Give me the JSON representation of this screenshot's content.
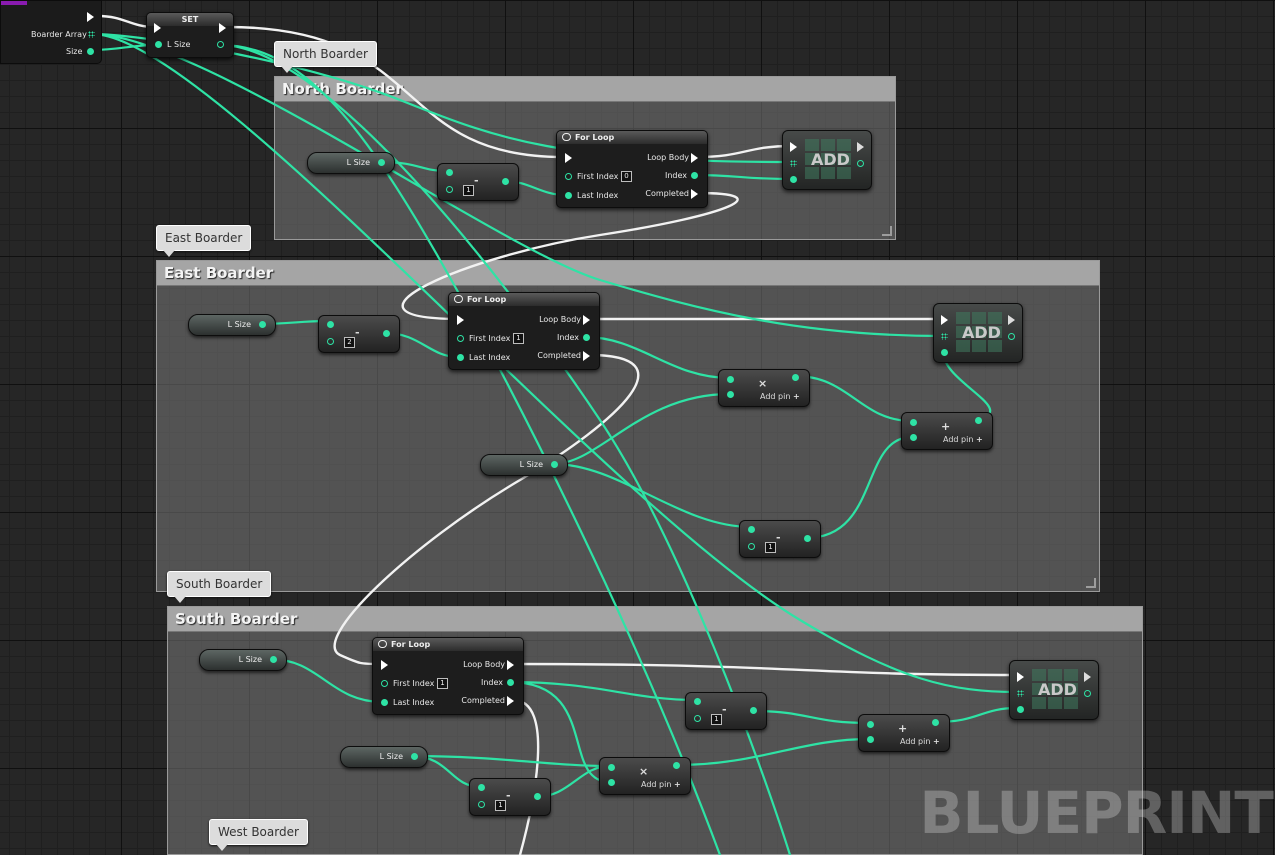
{
  "watermark": "BLUEPRINT",
  "colors": {
    "pin_green": "#2ee3a5",
    "exec_white": "#ffffff",
    "comment_bg": "#7a7a7a",
    "event_purple": "#8a1bb0"
  },
  "top_node": {
    "pins": [
      "Boarder Array",
      "Size"
    ]
  },
  "set_node": {
    "title": "SET",
    "var_label": "L Size"
  },
  "sections": [
    {
      "id": "north",
      "bubble": "North Boarder",
      "title": "North Boarder"
    },
    {
      "id": "east",
      "bubble": "East Boarder",
      "title": "East Boarder"
    },
    {
      "id": "south",
      "bubble": "South Boarder",
      "title": "South Boarder"
    },
    {
      "id": "west",
      "bubble": "West Boarder"
    }
  ],
  "for_loop": {
    "title": "For Loop",
    "first_index": "First Index",
    "last_index": "Last Index",
    "loop_body": "Loop Body",
    "index": "Index",
    "completed": "Completed"
  },
  "north": {
    "getvar": "L Size",
    "minus_value": "1",
    "first_index_value": "0",
    "add_label": "ADD"
  },
  "east": {
    "getvar1": "L Size",
    "getvar2": "L Size",
    "minus_value_a": "2",
    "minus_value_b": "1",
    "first_index_value": "1",
    "add_label": "ADD",
    "mult_symbol": "×",
    "plus_symbol": "+",
    "add_pin": "Add pin"
  },
  "south": {
    "getvar1": "L Size",
    "getvar2": "L Size",
    "minus_value_a": "1",
    "minus_value_b": "1",
    "first_index_value": "1",
    "add_label": "ADD",
    "mult_symbol": "×",
    "plus_symbol": "+",
    "add_pin": "Add pin"
  }
}
